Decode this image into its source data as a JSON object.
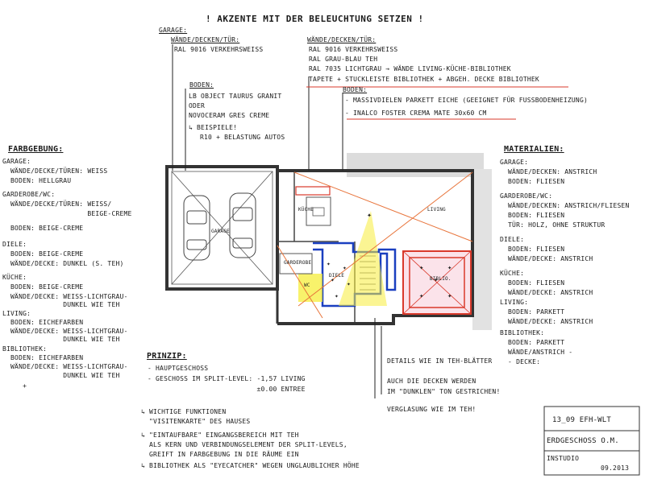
{
  "title": "! AKZENTE MIT DER BELEUCHTUNG SETZEN !",
  "garage_spec": {
    "head": "GARAGE:",
    "sub": "WÄNDE/DECKEN/TÜR:",
    "line1": "RAL 9016 VERKEHRSWEISS"
  },
  "walls_spec": {
    "head": "WÄNDE/DECKEN/TÜR:",
    "lines": [
      "RAL 9016 VERKEHRSWEISS",
      "RAL GRAU-BLAU TEH",
      "RAL 7035 LICHTGRAU → WÄNDE LIVING-KÜCHE-BIBLIOTHEK"
    ],
    "red_line": "TAPETE + STUCKLEISTE BIBLIOTHEK + ABGEH. DECKE BIBLIOTHEK"
  },
  "floor_spec": {
    "head": "BODEN:",
    "line1": "- MASSIVDIELEN PARKETT EICHE (GEEIGNET FÜR FUSSBODENHEIZUNG)",
    "line2": "- INALCO FOSTER CREMA MATE 30x60 CM"
  },
  "boden_garage": {
    "head": "BODEN:",
    "lines": [
      "LB OBJECT TAURUS GRANIT",
      "ODER",
      "NOVOCERAM GRES CREME",
      "↳ BEISPIELE!",
      "R10 + BELASTUNG AUTOS"
    ]
  },
  "farbgebung": {
    "head": "FARBGEBUNG:",
    "lines": [
      "GARAGE:",
      "  WÄNDE/DECKE/TÜREN: WEISS",
      "  BODEN: HELLGRAU",
      "GARDEROBE/WC:",
      "  WÄNDE/DECKE/TÜREN: WEISS/",
      "                     BEIGE-CREME",
      "  BODEN: BEIGE-CREME",
      "DIELE:",
      "  BODEN: BEIGE-CREME",
      "  WÄNDE/DECKE: DUNKEL (S. TEH)",
      "KÜCHE:",
      "  BODEN: BEIGE-CREME",
      "  WÄNDE/DECKE: WEISS-LICHTGRAU-",
      "               DUNKEL WIE TEH",
      "LIVING:",
      "  BODEN: EICHEFARBEN",
      "  WÄNDE/DECKE: WEISS-LICHTGRAU-",
      "               DUNKEL WIE TEH",
      "BIBLIOTHEK:",
      "  BODEN: EICHEFARBEN",
      "  WÄNDE/DECKE: WEISS-LICHTGRAU-",
      "               DUNKEL WIE TEH",
      "     +"
    ]
  },
  "materialien": {
    "head": "MATERIALIEN:",
    "lines": [
      "GARAGE:",
      "  WÄNDE/DECKEN: ANSTRICH",
      "  BODEN: FLIESEN",
      "GARDEROBE/WC:",
      "  WÄNDE/DECKEN: ANSTRICH/FLIESEN",
      "  BODEN: FLIESEN",
      "  TÜR: HOLZ, OHNE STRUKTUR",
      "DIELE:",
      "  BODEN: FLIESEN",
      "  WÄNDE/DECKE: ANSTRICH",
      "KÜCHE:",
      "  BODEN: FLIESEN",
      "  WÄNDE/DECKE: ANSTRICH",
      "LIVING:",
      "  BODEN: PARKETT",
      "  WÄNDE/DECKE: ANSTRICH",
      "BIBLIOTHEK:",
      "  BODEN: PARKETT",
      "  WÄNDE/ANSTRICH -",
      "  - DECKE:"
    ]
  },
  "prinzip": {
    "head": "PRINZIP:",
    "lines": [
      "- HAUPTGESCHOSS",
      "- GESCHOSS IM SPLIT-LEVEL: -1,57 LIVING",
      "                           ±0.00 ENTREE"
    ],
    "notes": [
      "↳ WICHTIGE FUNKTIONEN",
      "  \"VISITENKARTE\" DES HAUSES",
      "↳ \"EINTAUFBARE\" EINGANGSBEREICH MIT TEH",
      "  ALS KERN UND VERBINDUNGSELEMENT DER SPLIT-LEVELS,",
      "  GREIFT IN FARBGEBUNG IN DIE RÄUME EIN",
      "↳ BIBLIOTHEK ALS \"EYECATCHER\" WEGEN UNGLAUBLICHER HÖHE"
    ]
  },
  "details": {
    "lines": [
      "DETAILS WIE IN TEH-BLÄTTER",
      "AUCH DIE DECKEN WERDEN",
      "IM \"DUNKLEN\" TON GESTRICHEN!",
      "VERGLASUNG WIE IM TEH!"
    ]
  },
  "titleblock": {
    "row1": "13_09  EFH-WLT",
    "row2": "ERDGESCHOSS  O.M.",
    "row3": "INSTUDIO",
    "date": "09.2013"
  },
  "rooms": {
    "garage": "GARAGE",
    "kueche": "KÜCHE",
    "living": "LIVING",
    "garderobe": "GARDEROBE",
    "diele": "DIELE",
    "biblio": "BIBLIO.",
    "wc": "WC"
  },
  "colors": {
    "ink": "#222222",
    "red": "#d9392b",
    "orange": "#e8743b",
    "blue": "#1a3fc0",
    "yellow": "#f2e600",
    "gray": "#d8d8d8"
  }
}
